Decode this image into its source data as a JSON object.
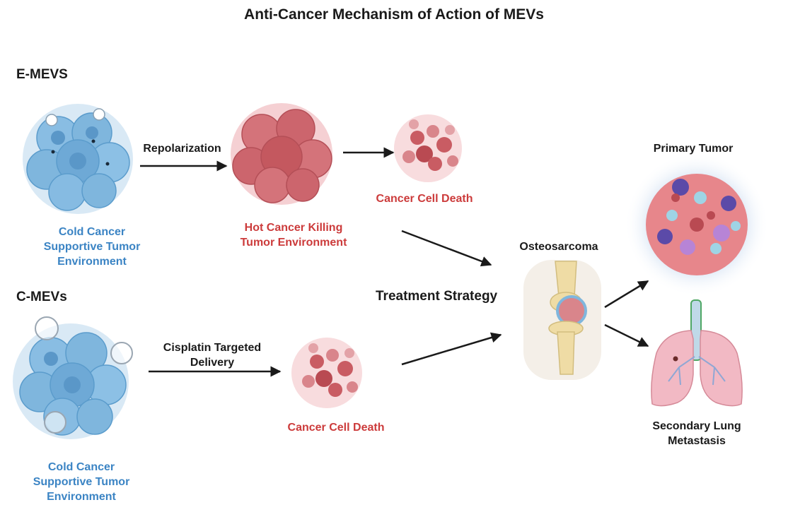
{
  "title": "Anti-Cancer Mechanism of Action of MEVs",
  "sections": {
    "e_mevs": "E-MEVS",
    "c_mevs": "C-MEVs"
  },
  "labels": {
    "cold_top": "Cold Cancer\nSupportive Tumor\nEnvironment",
    "repolarization": "Repolarization",
    "hot": "Hot Cancer Killing\nTumor Environment",
    "death_top": "Cancer Cell Death",
    "cold_bottom": "Cold Cancer\nSupportive Tumor\nEnvironment",
    "cisplatin": "Cisplatin Targeted\nDelivery",
    "death_bottom": "Cancer Cell Death",
    "treatment": "Treatment Strategy",
    "osteosarcoma": "Osteosarcoma",
    "primary_tumor": "Primary Tumor",
    "secondary": "Secondary Lung\nMetastasis"
  },
  "colors": {
    "cold_blue": "#3b84c4",
    "hot_red": "#cc3b3b",
    "cell_blue": "#7fb6dd",
    "cell_red": "#c95c63",
    "lung_pink": "#f2b9c4"
  }
}
